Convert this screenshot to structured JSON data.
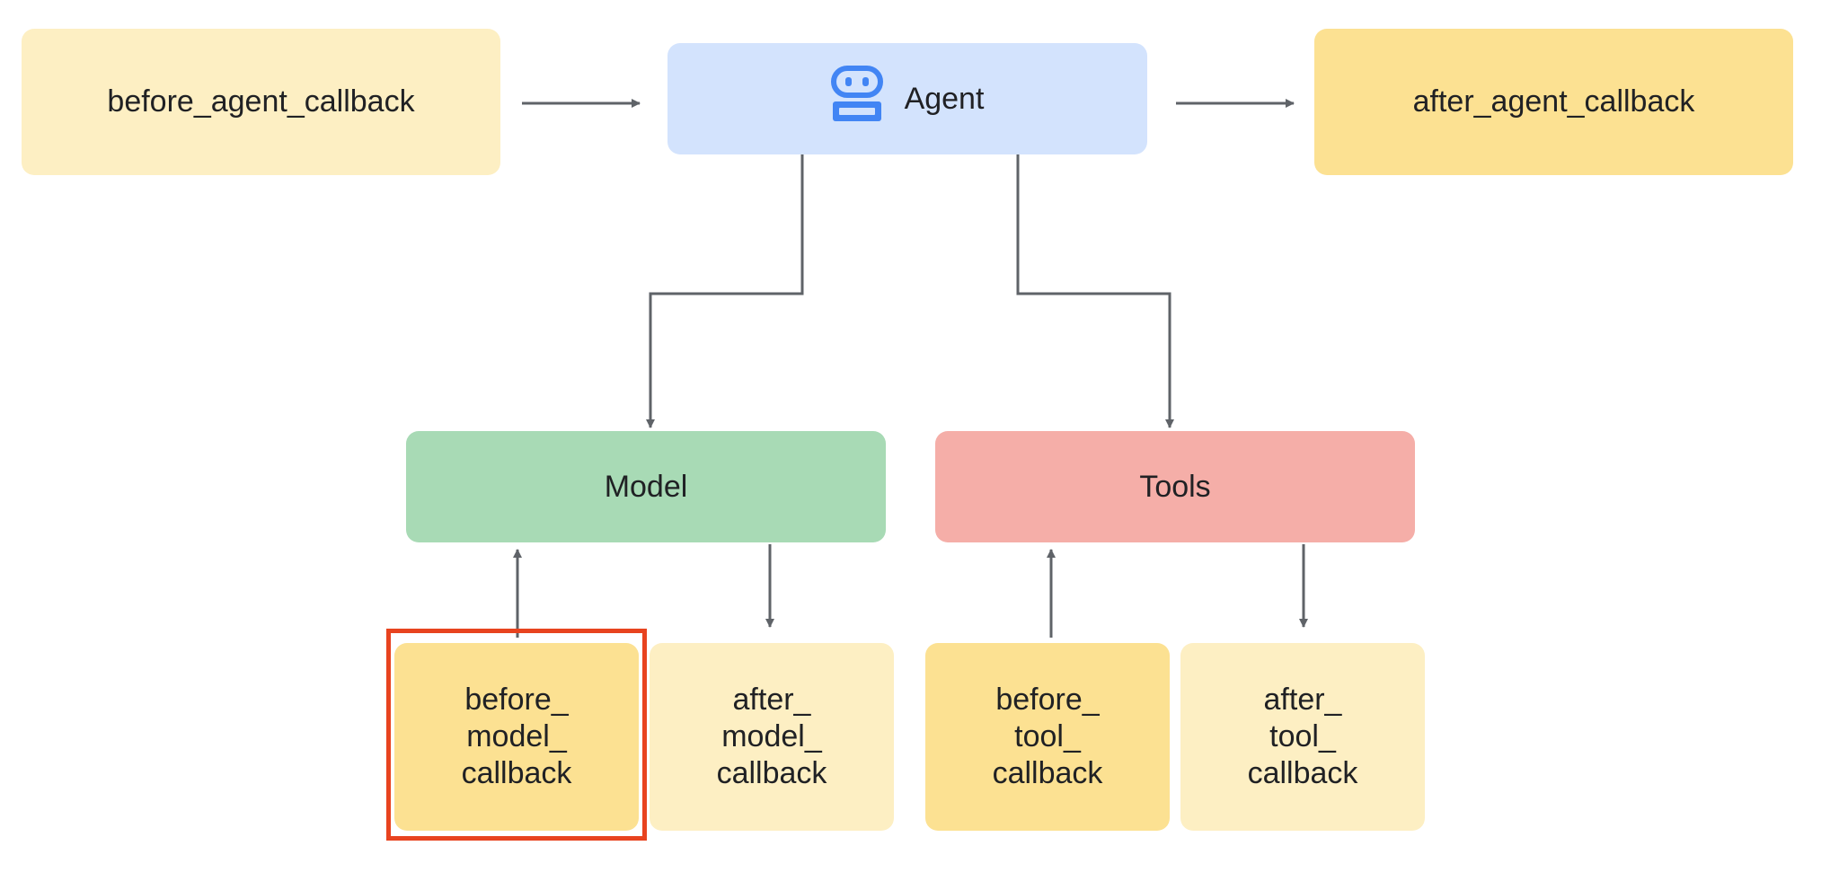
{
  "nodes": {
    "before_agent_callback": "before_agent_callback",
    "agent": "Agent",
    "after_agent_callback": "after_agent_callback",
    "model": "Model",
    "tools": "Tools",
    "before_model_callback": "before_\nmodel_\ncallback",
    "after_model_callback": "after_\nmodel_\ncallback",
    "before_tool_callback": "before_\ntool_\ncallback",
    "after_tool_callback": "after_\ntool_\ncallback"
  },
  "agent_icon": "robot-icon",
  "highlighted_node": "before_model_callback",
  "colors": {
    "pale_yellow": "#fdefc3",
    "gold_yellow": "#fce192",
    "agent_blue": "#d3e3fd",
    "model_green": "#a8dab5",
    "tools_red": "#f5aea8",
    "icon_blue": "#4285f4",
    "arrow_gray": "#5f6368",
    "highlight_red": "#e8431f"
  }
}
